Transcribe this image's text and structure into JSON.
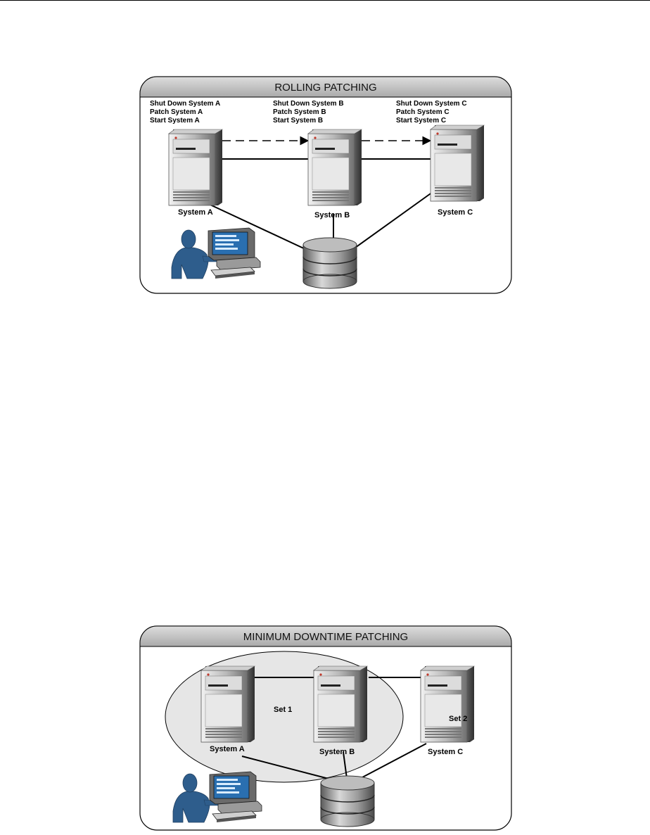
{
  "rolling": {
    "title": "ROLLING PATCHING",
    "steps": [
      [
        "Shut Down System A",
        "Patch System A",
        "Start System A"
      ],
      [
        "Shut Down System B",
        "Patch System B",
        "Start System B"
      ],
      [
        "Shut Down System C",
        "Patch System C",
        "Start System C"
      ]
    ],
    "systems": [
      "System A",
      "System B",
      "System C"
    ]
  },
  "minimum": {
    "title": "MINIMUM DOWNTIME PATCHING",
    "systems": [
      "System A",
      "System B",
      "System C"
    ],
    "set1_label": "Set 1",
    "set2_label": "Set 2"
  },
  "colors": {
    "panel_fill": "#ffffff",
    "title_bar": "#c9c9c9",
    "server_body": "#9a9a9a",
    "person": "#2e5d8c",
    "set_ellipse": "#e6e6e6"
  },
  "icons": [
    "server-icon",
    "database-icon",
    "user-workstation-icon"
  ]
}
